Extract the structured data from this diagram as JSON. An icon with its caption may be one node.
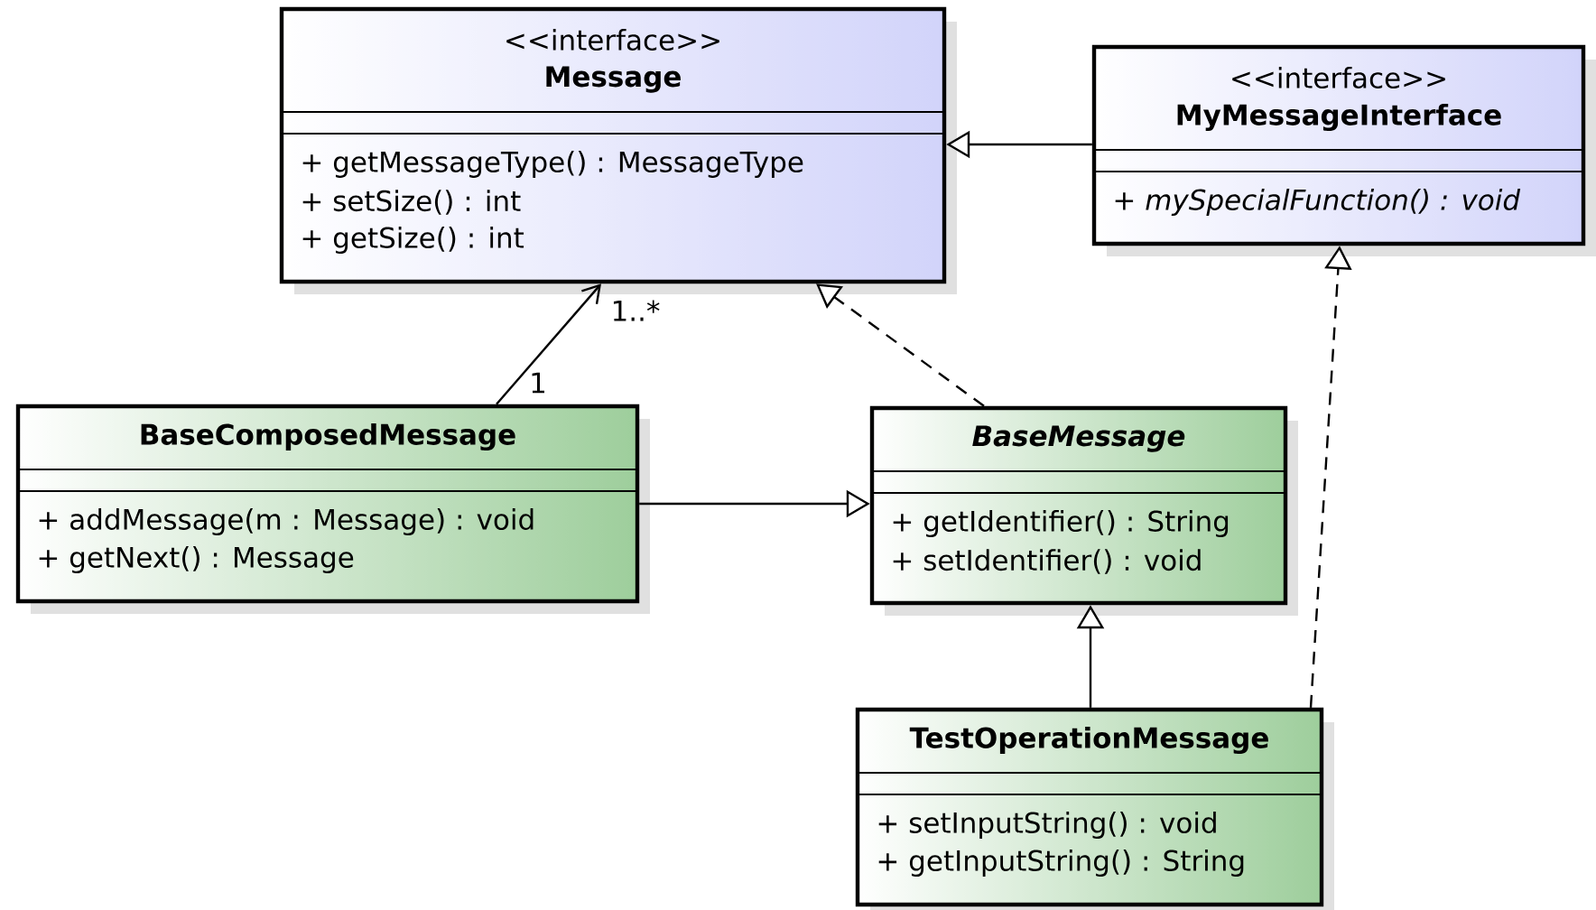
{
  "diagram": {
    "nodes": [
      {
        "text": [
          "<<interface>>",
          "Message",
          "+ getMessageType() : MessageType",
          "+ setSize() : int",
          "+ getSize() : int"
        ]
      },
      {
        "text": [
          "<<interface>>",
          "MyMessageInterface",
          "+ mySpecialFunction() : void"
        ]
      },
      {
        "text": [
          "BaseComposedMessage",
          "+ addMessage(m : Message) : void",
          "+ getNext() : Message"
        ]
      },
      {
        "text": [
          "BaseMessage",
          "+ getIdentifier() : String",
          "+ setIdentifier() : void"
        ]
      },
      {
        "text": [
          "TestOperationMessage",
          "+ setInputString() : void",
          "+ getInputString() : String"
        ]
      }
    ],
    "edges": [
      {
        "from": 1,
        "to": 0,
        "arrow": "to"
      },
      {
        "from": 2,
        "to": 0,
        "arrow": "to"
      },
      {
        "from": 2,
        "to": 3,
        "arrow": "to"
      },
      {
        "from": 3,
        "to": 0,
        "arrow": "to",
        "style": "dashed"
      },
      {
        "from": 4,
        "to": 3,
        "arrow": "to"
      },
      {
        "from": 4,
        "to": 1,
        "arrow": "to",
        "style": "dashed"
      }
    ],
    "labels": [
      "1",
      "1..*"
    ]
  }
}
